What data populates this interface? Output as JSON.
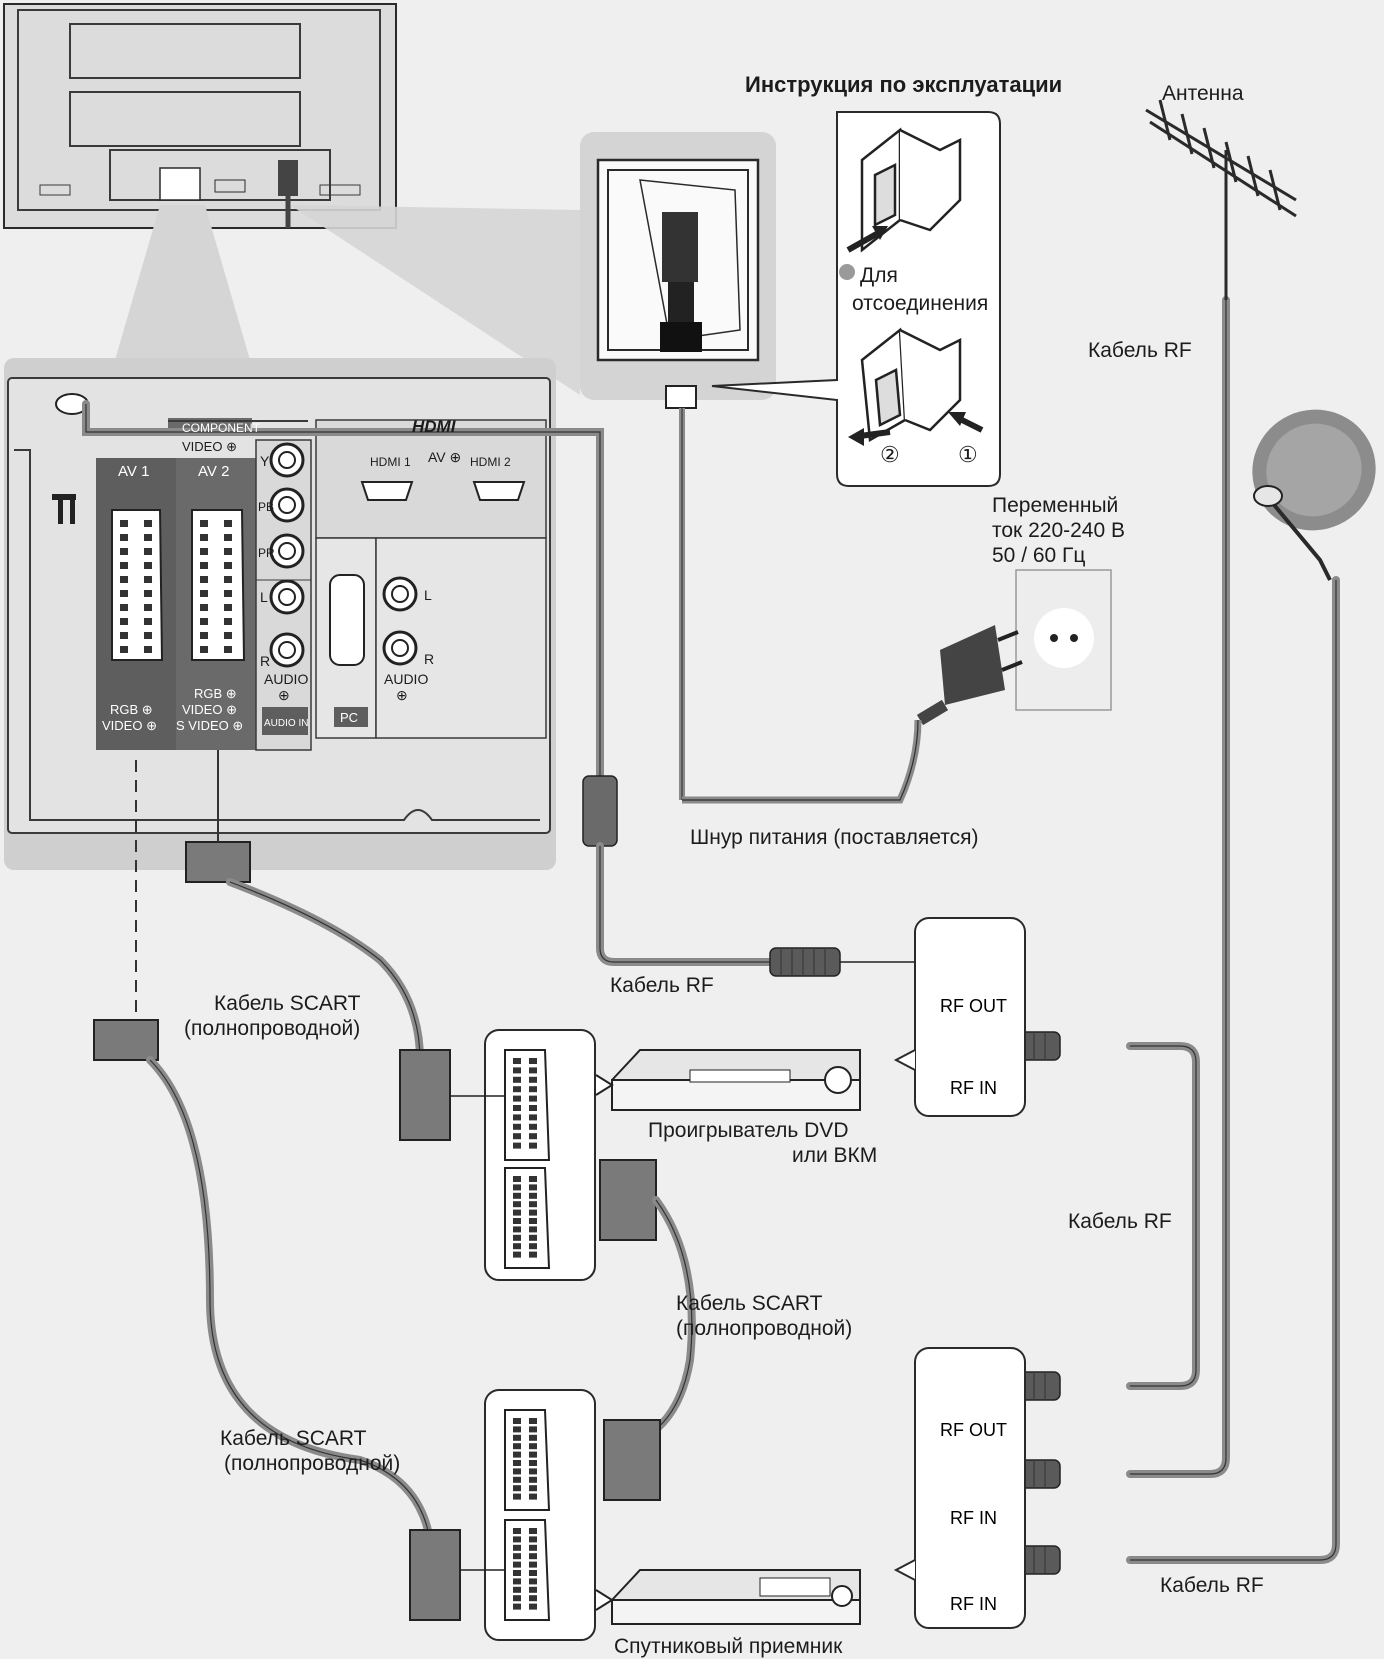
{
  "labels": {
    "instructions_title": "Инструкция по эксплуатации",
    "antenna": "Антенна",
    "to_disconnect_line1": "Для",
    "to_disconnect_line2": "отсоединения",
    "step1": "①",
    "step2": "②",
    "rf_cable_antenna": "Кабель RF",
    "ac_line1": "Переменный",
    "ac_line2": "ток 220-240 В",
    "ac_line3": "50 / 60 Гц",
    "power_cord": "Шнур питания (поставляется)",
    "rf_cable_tv": "Кабель RF",
    "scart_cable_1_line1": "Кабель SCART",
    "scart_cable_1_line2": "(полнопроводной)",
    "scart_cable_2_line1": "Кабель SCART",
    "scart_cable_2_line2": "(полнопроводной)",
    "scart_cable_3_line1": "Кабель SCART",
    "scart_cable_3_line2": "(полнопроводной)",
    "dvd_line1": "Проигрыватель DVD",
    "dvd_line2": "или ВКМ",
    "rf_cable_mid": "Кабель RF",
    "rf_cable_bottom": "Кабель RF",
    "satellite_receiver": "Спутниковый приемник"
  },
  "ports": {
    "rf_out_dvd": "RF OUT",
    "rf_in_dvd": "RF IN",
    "rf_out_sat": "RF OUT",
    "rf_in_sat_1": "RF IN",
    "rf_in_sat_2": "RF IN"
  },
  "tv_panel": {
    "component": "COMPONENT",
    "video_in": "VIDEO ⊕",
    "hdmi_logo": "HDMI",
    "hdmi1": "HDMI 1",
    "av_in": "AV ⊕",
    "hdmi2": "HDMI 2",
    "av1": "AV 1",
    "av2": "AV 2",
    "y": "Y",
    "pb": "PB",
    "pr": "PR",
    "l_left": "L",
    "r_left": "R",
    "audio_left": "AUDIO",
    "audio_left_sym": "⊕",
    "audio_in": "AUDIO IN",
    "l_right": "L",
    "r_right": "R",
    "audio_right": "AUDIO",
    "audio_right_sym": "⊕",
    "pc": "PC",
    "av1_rgb": "RGB ⊕",
    "av1_video": "VIDEO ⊕",
    "av2_rgb": "RGB ⊕",
    "av2_video": "VIDEO ⊕",
    "av2_svideo": "S VIDEO ⊕"
  },
  "colors": {
    "background": "#efefef",
    "panel": "#cfcfcf",
    "dark": "#5a5a5a",
    "cable": "#8a8a8a",
    "line": "#2a2a2a"
  }
}
